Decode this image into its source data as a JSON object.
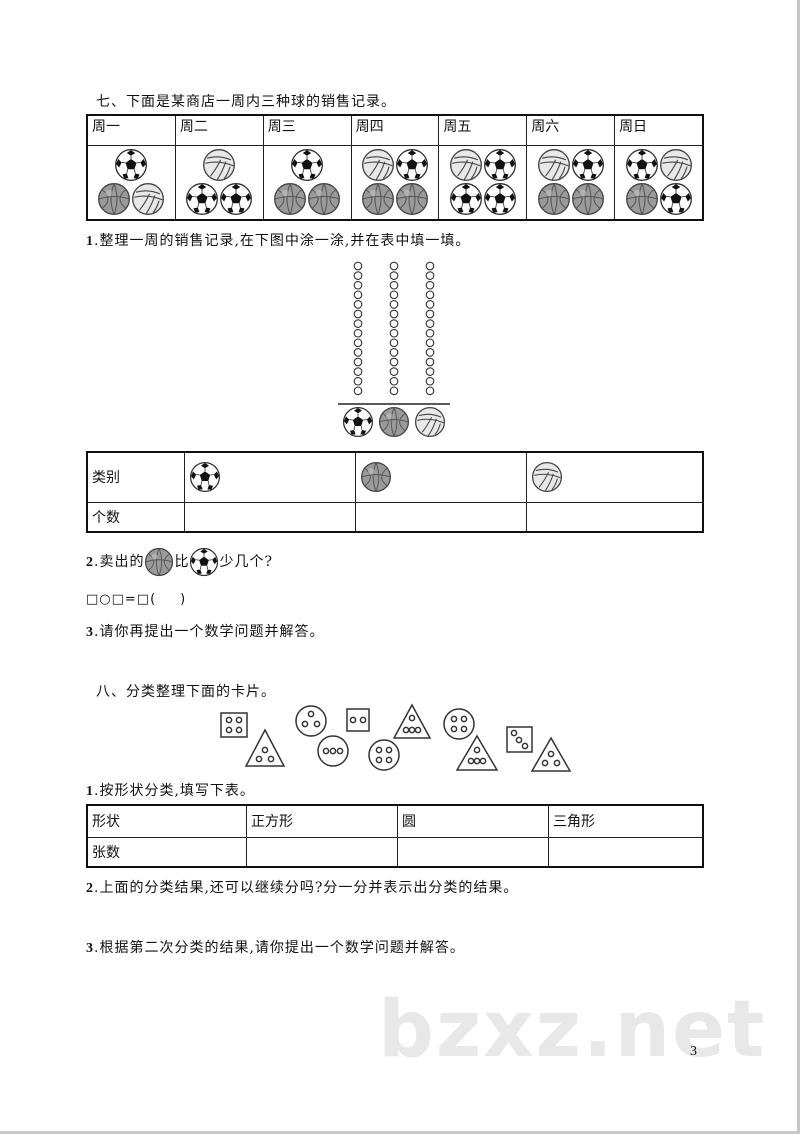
{
  "section7": {
    "title": "七、下面是某商店一周内三种球的销售记录。",
    "days": [
      {
        "label": "周一",
        "balls": [
          "soccer-ball-icon",
          "basketball-icon",
          "volleyball-icon"
        ]
      },
      {
        "label": "周二",
        "balls": [
          "volleyball-icon",
          "soccer-ball-icon",
          "soccer-ball-icon"
        ]
      },
      {
        "label": "周三",
        "balls": [
          "soccer-ball-icon",
          "basketball-icon",
          "basketball-icon"
        ]
      },
      {
        "label": "周四",
        "balls": [
          "volleyball-icon",
          "soccer-ball-icon",
          "basketball-icon",
          "basketball-icon"
        ]
      },
      {
        "label": "周五",
        "balls": [
          "volleyball-icon",
          "soccer-ball-icon",
          "soccer-ball-icon",
          "soccer-ball-icon"
        ]
      },
      {
        "label": "周六",
        "balls": [
          "volleyball-icon",
          "soccer-ball-icon",
          "basketball-icon",
          "basketball-icon"
        ]
      },
      {
        "label": "周日",
        "balls": [
          "soccer-ball-icon",
          "volleyball-icon",
          "basketball-icon",
          "soccer-ball-icon"
        ]
      }
    ],
    "q1_num": "1",
    "q1_text": ".整理一周的销售记录,在下图中涂一涂,并在表中填一填。",
    "chart_circles_per_column": 14,
    "chart_columns": [
      "soccer-ball-icon",
      "basketball-icon",
      "volleyball-icon"
    ],
    "table_header": "类别",
    "table_row_label": "个数",
    "table_balls": [
      "soccer-ball-icon",
      "basketball-icon",
      "volleyball-icon"
    ],
    "q2_num": "2",
    "q2_pre": ".卖出的",
    "q2_mid": "比",
    "q2_post": "少几个?",
    "q2_formula": "□○□=□(",
    "q2_paren_close": ")",
    "q3_num": "3",
    "q3_text": ".请你再提出一个数学问题并解答。"
  },
  "section8": {
    "title": "八、分类整理下面的卡片。",
    "q1_num": "1",
    "q1_text": ".按形状分类,填写下表。",
    "table_row1": [
      "形状",
      "正方形",
      "圆",
      "三角形"
    ],
    "table_row2_label": "张数",
    "q2_num": "2",
    "q2_text": ".上面的分类结果,还可以继续分吗?分一分并表示出分类的结果。",
    "q3_num": "3",
    "q3_text": ".根据第二次分类的结果,请你提出一个数学问题并解答。"
  },
  "watermark": "bzxz.net",
  "page_number": "3"
}
